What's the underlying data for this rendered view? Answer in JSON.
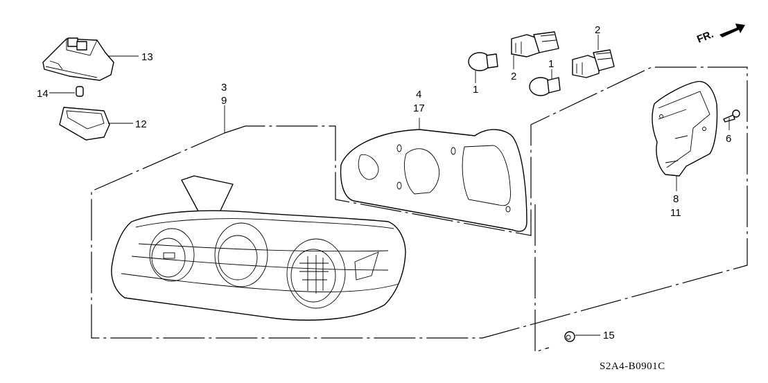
{
  "diagram": {
    "title": "Tail Light Assembly Exploded View",
    "diagram_code": "S2A4-B0901C",
    "direction_indicator": "FR.",
    "colors": {
      "line": "#000000",
      "background": "#ffffff"
    },
    "callouts": [
      {
        "id": "c1a",
        "text": "1",
        "part": "bulb"
      },
      {
        "id": "c1b",
        "text": "1",
        "part": "bulb"
      },
      {
        "id": "c2a",
        "text": "2",
        "part": "bulb-socket"
      },
      {
        "id": "c2b",
        "text": "2",
        "part": "bulb-socket"
      },
      {
        "id": "c3",
        "text": "3",
        "part": "tail-light-assembly"
      },
      {
        "id": "c9",
        "text": "9",
        "part": "tail-light-assembly"
      },
      {
        "id": "c4",
        "text": "4",
        "part": "gasket"
      },
      {
        "id": "c17",
        "text": "17",
        "part": "gasket"
      },
      {
        "id": "c6",
        "text": "6",
        "part": "screw"
      },
      {
        "id": "c8",
        "text": "8",
        "part": "cover"
      },
      {
        "id": "c11",
        "text": "11",
        "part": "cover"
      },
      {
        "id": "c12",
        "text": "12",
        "part": "license-light-lens"
      },
      {
        "id": "c13",
        "text": "13",
        "part": "license-light-housing"
      },
      {
        "id": "c14",
        "text": "14",
        "part": "license-light-bulb"
      },
      {
        "id": "c15",
        "text": "15",
        "part": "nut"
      }
    ]
  }
}
